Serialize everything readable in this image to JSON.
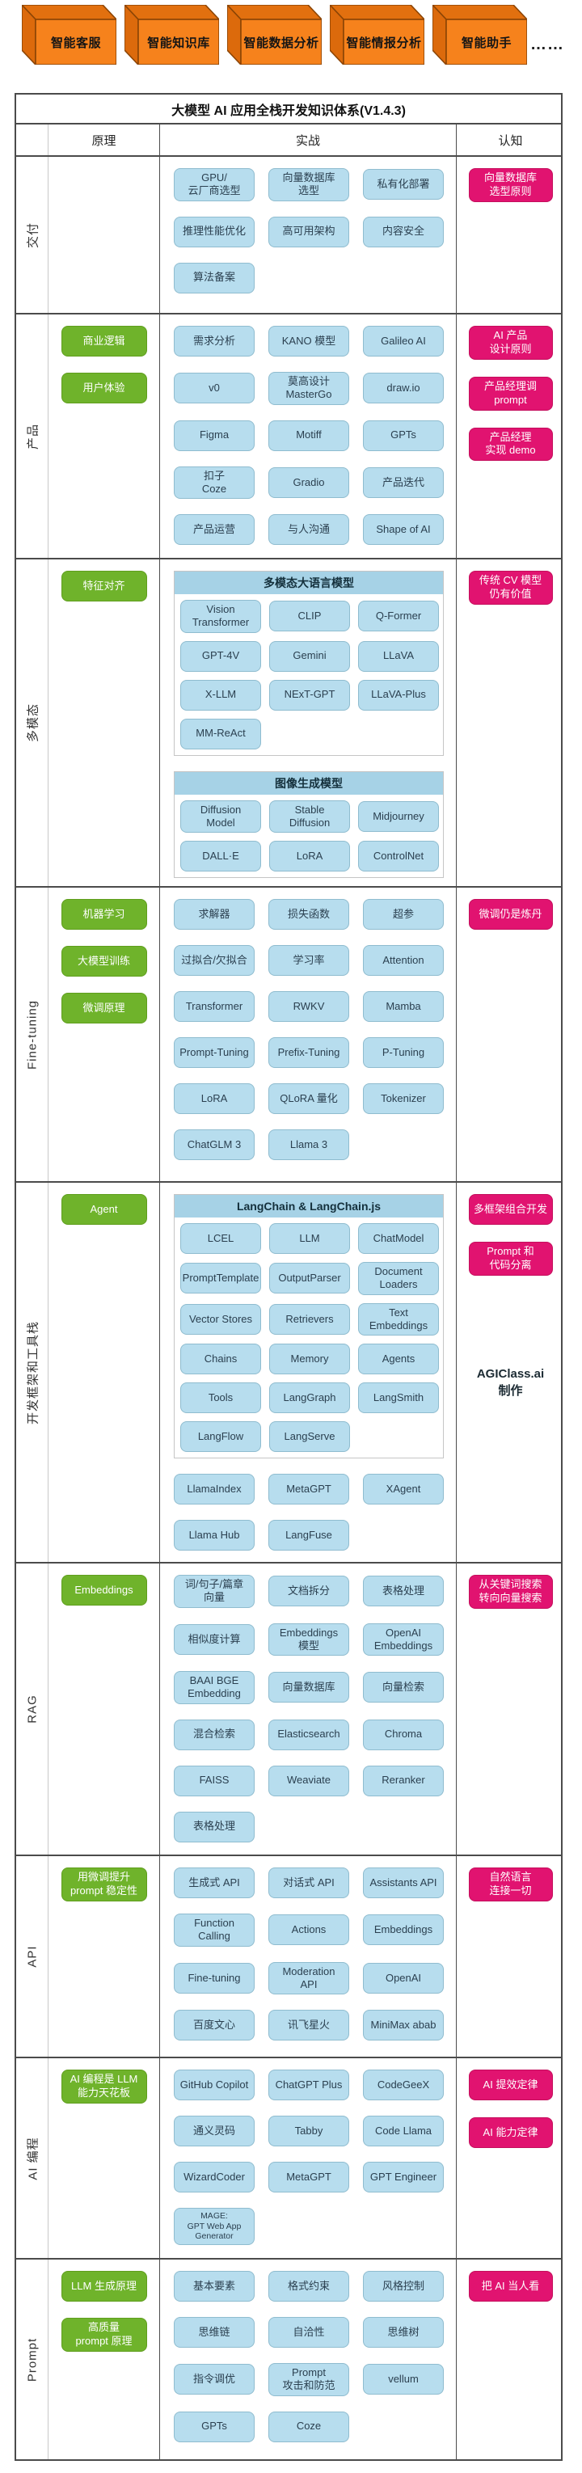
{
  "top": {
    "boxes": [
      "智能客服",
      "智能知识库",
      "智能数据分析",
      "智能情报分析",
      "智能助手"
    ],
    "ellipsis": "……"
  },
  "table": {
    "title": "大模型 AI 应用全栈开发知识体系(V1.4.3)",
    "columns": {
      "principle": "原理",
      "practice": "实战",
      "cognition": "认知"
    },
    "rows": [
      {
        "label": "交付",
        "principle": [],
        "practice": [
          {
            "type": "grid",
            "items": [
              "GPU/\n云厂商选型",
              "向量数据库\n选型",
              "私有化部署",
              "推理性能优化",
              "高可用架构",
              "内容安全",
              "算法备案"
            ]
          }
        ],
        "cognition": [
          "向量数据库\n选型原则"
        ]
      },
      {
        "label": "产品",
        "principle": [
          "商业逻辑",
          "用户体验"
        ],
        "practice": [
          {
            "type": "grid",
            "items": [
              "需求分析",
              "KANO 模型",
              "Galileo AI",
              "v0",
              "莫高设计\nMasterGo",
              "draw.io",
              "Figma",
              "Motiff",
              "GPTs",
              "扣子\nCoze",
              "Gradio",
              "产品迭代",
              "产品运营",
              "与人沟通",
              "Shape of AI"
            ]
          }
        ],
        "cognition": [
          "AI 产品\n设计原则",
          "产品经理调\nprompt",
          "产品经理\n实现 demo"
        ]
      },
      {
        "label": "多模态",
        "principle": [
          "特征对齐"
        ],
        "practice": [
          {
            "type": "group",
            "title": "多模态大语言模型",
            "items": [
              "Vision\nTransformer",
              "CLIP",
              "Q-Former",
              "GPT-4V",
              "Gemini",
              "LLaVA",
              "X-LLM",
              "NExT-GPT",
              "LLaVA-Plus",
              "MM-ReAct"
            ]
          },
          {
            "type": "group",
            "title": "图像生成模型",
            "items": [
              "Diffusion\nModel",
              "Stable\nDiffusion",
              "Midjourney",
              "DALL·E",
              "LoRA",
              "ControlNet"
            ]
          }
        ],
        "cognition": [
          "传统 CV 模型\n仍有价值"
        ]
      },
      {
        "label": "Fine-tuning",
        "principle": [
          "机器学习",
          "大模型训练",
          "微调原理"
        ],
        "practice": [
          {
            "type": "grid",
            "items": [
              "求解器",
              "损失函数",
              "超参",
              "过拟合/欠拟合",
              "学习率",
              "Attention",
              "Transformer",
              "RWKV",
              "Mamba",
              "Prompt-Tuning",
              "Prefix-Tuning",
              "P-Tuning",
              "LoRA",
              "QLoRA 量化",
              "Tokenizer",
              "ChatGLM 3",
              "Llama 3"
            ]
          }
        ],
        "cognition": [
          "微调仍是炼丹"
        ]
      },
      {
        "label": "开发框架和工具栈",
        "principle": [
          "Agent"
        ],
        "practice": [
          {
            "type": "group",
            "title": "LangChain & LangChain.js",
            "items": [
              "LCEL",
              "LLM",
              "ChatModel",
              "PromptTemplate",
              "OutputParser",
              "Document\nLoaders",
              "Vector Stores",
              "Retrievers",
              "Text\nEmbeddings",
              "Chains",
              "Memory",
              "Agents",
              "Tools",
              "LangGraph",
              "LangSmith",
              "LangFlow",
              "LangServe"
            ]
          },
          {
            "type": "grid",
            "items": [
              "LlamaIndex",
              "MetaGPT",
              "XAgent",
              "Llama Hub",
              "LangFuse"
            ]
          }
        ],
        "cognition": [
          "多框架组合开发",
          "Prompt 和\n代码分离"
        ],
        "cognition_note": "AGIClass.ai\n制作"
      },
      {
        "label": "RAG",
        "principle": [
          "Embeddings"
        ],
        "practice": [
          {
            "type": "grid",
            "items": [
              "词/句子/篇章\n向量",
              "文档拆分",
              "表格处理",
              "相似度计算",
              "Embeddings\n模型",
              "OpenAI\nEmbeddings",
              "BAAI BGE\nEmbedding",
              "向量数据库",
              "向量检索",
              "混合检索",
              "Elasticsearch",
              "Chroma",
              "FAISS",
              "Weaviate",
              "Reranker",
              "表格处理"
            ]
          }
        ],
        "cognition": [
          "从关键词搜索\n转向向量搜索"
        ]
      },
      {
        "label": "API",
        "principle": [
          "用微调提升\nprompt 稳定性"
        ],
        "practice": [
          {
            "type": "grid",
            "items": [
              "生成式 API",
              "对话式 API",
              "Assistants API",
              "Function\nCalling",
              "Actions",
              "Embeddings",
              "Fine-tuning",
              "Moderation\nAPI",
              "OpenAI",
              "百度文心",
              "讯飞星火",
              "MiniMax abab"
            ]
          }
        ],
        "cognition": [
          "自然语言\n连接一切"
        ]
      },
      {
        "label": "AI 编程",
        "principle": [
          "AI 编程是 LLM\n能力天花板"
        ],
        "practice": [
          {
            "type": "grid",
            "items": [
              "GitHub Copilot",
              "ChatGPT Plus",
              "CodeGeeX",
              "通义灵码",
              "Tabby",
              "Code Llama",
              "WizardCoder",
              "MetaGPT",
              "GPT Engineer",
              "MAGE:\nGPT Web App\nGenerator"
            ]
          }
        ],
        "cognition": [
          "AI 提效定律",
          "AI 能力定律"
        ]
      },
      {
        "label": "Prompt",
        "principle": [
          "LLM 生成原理",
          "高质量\nprompt 原理"
        ],
        "practice": [
          {
            "type": "grid",
            "items": [
              "基本要素",
              "格式约束",
              "风格控制",
              "思维链",
              "自洽性",
              "思维树",
              "指令调优",
              "Prompt\n攻击和防范",
              "vellum",
              "GPTs",
              "Coze"
            ]
          }
        ],
        "cognition": [
          "把 AI 当人看"
        ]
      }
    ]
  },
  "colors": {
    "box_orange_front": "#F6821C",
    "box_orange_top": "#E2700F",
    "box_orange_side": "#DC6A0C",
    "box_outline": "#8C4505",
    "principle_green": "#6FB32B",
    "practice_cyan": "#B7DDEE",
    "group_header_blue": "#A6D2E6",
    "cognition_magenta": "#E11370",
    "grid_line": "#4B4B4B"
  }
}
